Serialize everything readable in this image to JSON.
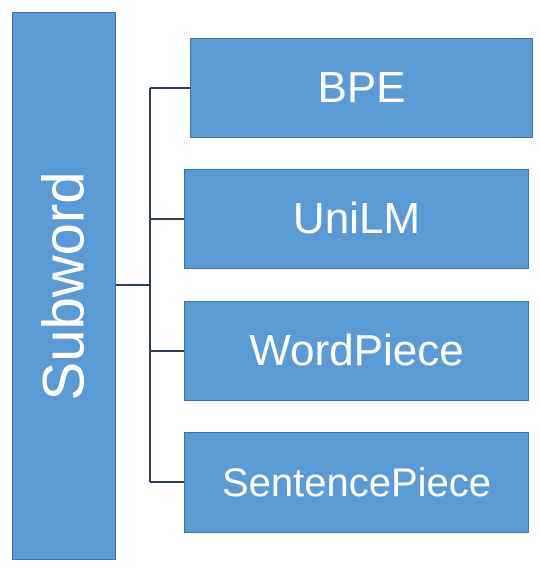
{
  "colors": {
    "box_fill": "#5b9bd5",
    "box_border": "#3f74a6",
    "connector": "#2f3f56",
    "text": "#ffffff",
    "background": "#ffffff"
  },
  "root": {
    "label": "Subword"
  },
  "children": [
    {
      "label": "BPE"
    },
    {
      "label": "UniLM"
    },
    {
      "label": "WordPiece"
    },
    {
      "label": "SentencePiece"
    }
  ]
}
